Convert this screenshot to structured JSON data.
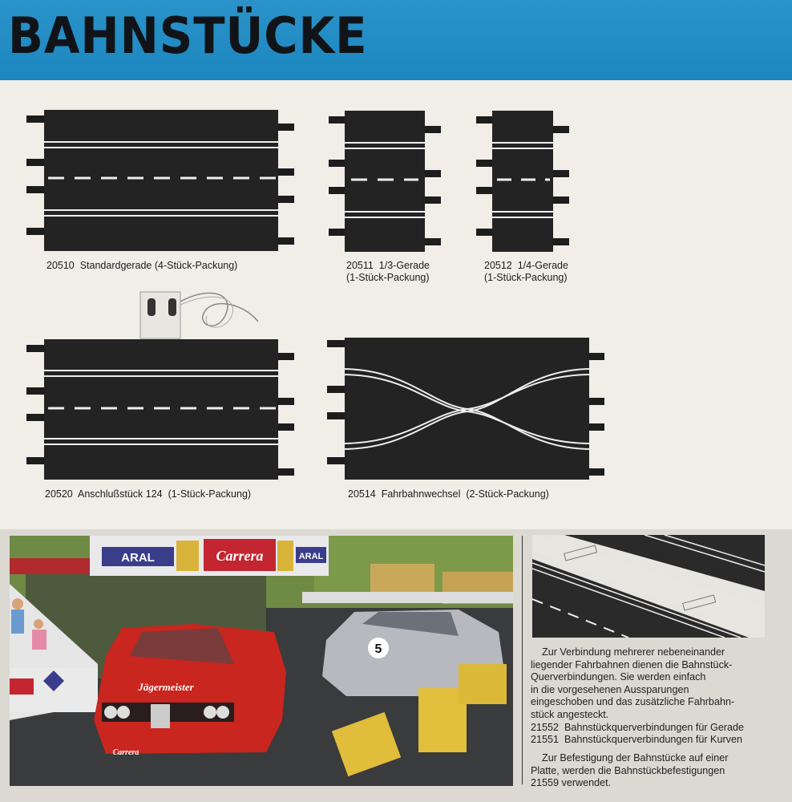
{
  "header": {
    "title": "BAHNSTÜCKE",
    "color": "#1f8ac3"
  },
  "tracks": [
    {
      "caption": "20510  Standardgerade (4-Stück-Packung)"
    },
    {
      "caption": "20511  1/3-Gerade\n(1-Stück-Packung)"
    },
    {
      "caption": "20512  1/4-Gerade\n(1-Stück-Packung)"
    },
    {
      "caption": "20520  Anschlußstück 124  (1-Stück-Packung)"
    },
    {
      "caption": "20514  Fahrbahnwechsel  (2-Stück-Packung)"
    }
  ],
  "photo": {
    "sign_left": "ARAL",
    "sign_center": "Carrera",
    "sign_right": "ARAL",
    "car_red_text": "Jägermeister",
    "car_red_bumper": "Carrera",
    "car_silver_number": "5"
  },
  "info": {
    "paragraph1": "    Zur Verbindung mehrerer nebeneinander\nliegender Fahrbahnen dienen die Bahnstück-\nQuerverbindungen. Sie werden einfach\nin die vorgesehenen Aussparungen\neingeschoben und das zusätzliche Fahrbahn-\nstück angesteckt.",
    "item1": "21552  Bahnstückquerverbindungen für Gerade",
    "item2": "21551  Bahnstückquerverbindungen für Kurven",
    "paragraph2": "    Zur Befestigung der Bahnstücke auf einer\nPlatte, werden die Bahnstückbefestigungen\n21559 verwendet."
  }
}
